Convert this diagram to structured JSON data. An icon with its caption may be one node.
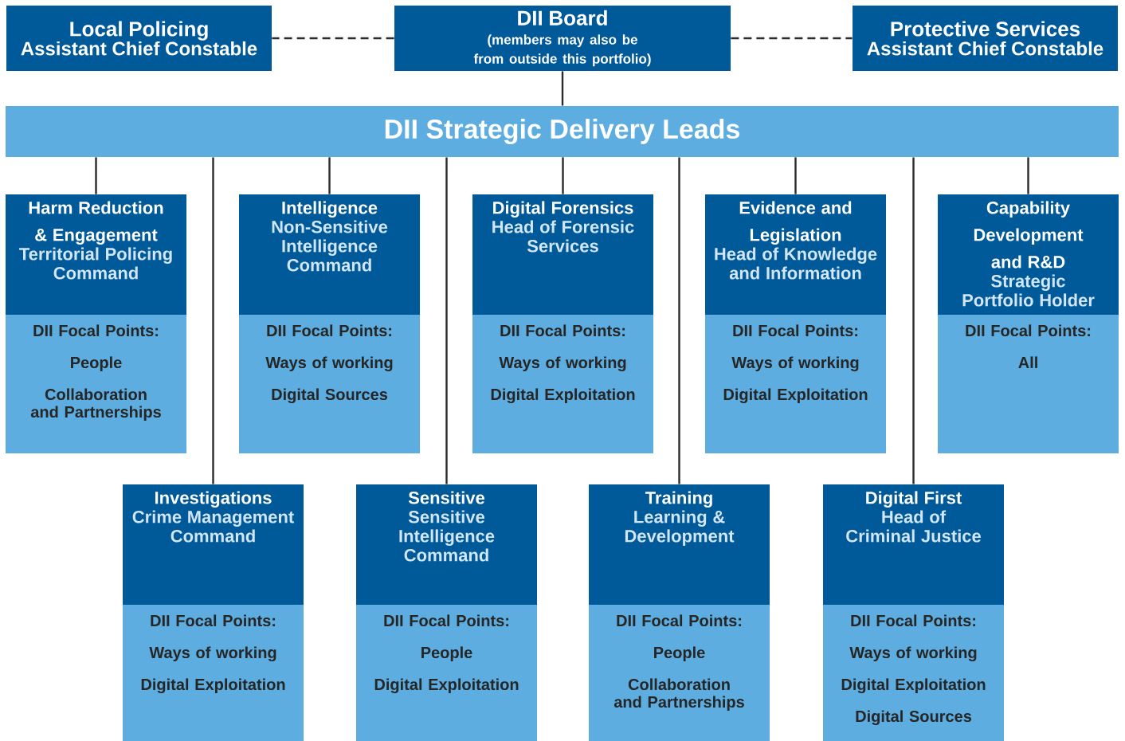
{
  "diagram": {
    "nodes": [
      {
        "text": [
          "Local Policing",
          "Assistant Chief Constable"
        ]
      },
      {
        "text": [
          "DII Board",
          "(members may also be from outside this portfolio)"
        ]
      },
      {
        "text": [
          "Protective Services",
          "Assistant Chief Constable"
        ]
      },
      {
        "text": [
          "DII Strategic Delivery Leads"
        ]
      },
      {
        "text": [
          "Harm Reduction & Engagement",
          "Territorial Policing Command",
          "DII Focal Points:",
          "People",
          "Collaboration and Partnerships"
        ]
      },
      {
        "text": [
          "Intelligence",
          "Non-Sensitive Intelligence Command",
          "DII Focal Points:",
          "Ways of working",
          "Digital Sources"
        ]
      },
      {
        "text": [
          "Digital Forensics",
          "Head of Forensic Services",
          "DII Focal Points:",
          "Ways of working",
          "Digital Exploitation"
        ]
      },
      {
        "text": [
          "Evidence and Legislation",
          "Head of Knowledge and Information",
          "DII Focal Points:",
          "Ways of working",
          "Digital Exploitation"
        ]
      },
      {
        "text": [
          "Capability Development and R&D",
          "Strategic Portfolio Holder",
          "DII Focal Points:",
          "All"
        ]
      },
      {
        "text": [
          "Investigations",
          "Crime Management Command",
          "DII Focal Points:",
          "Ways of working",
          "Digital Exploitation"
        ]
      },
      {
        "text": [
          "Sensitive",
          "Sensitive Intelligence Command",
          "DII Focal Points:",
          "People",
          "Digital Exploitation"
        ]
      },
      {
        "text": [
          "Training",
          "Learning & Development",
          "DII Focal Points:",
          "People",
          "Collaboration and Partnerships"
        ]
      },
      {
        "text": [
          "Digital First",
          "Head of Criminal Justice",
          "DII Focal Points:",
          "Ways of working",
          "Digital Exploitation",
          "Digital Sources"
        ]
      }
    ],
    "edges": [
      {
        "from": 1,
        "to": 0,
        "arrow": "none",
        "style": "dashed"
      },
      {
        "from": 1,
        "to": 2,
        "arrow": "none",
        "style": "dashed"
      },
      {
        "from": 1,
        "to": 3,
        "arrow": "none"
      },
      {
        "from": 3,
        "to": 4,
        "arrow": "none"
      },
      {
        "from": 3,
        "to": 9,
        "arrow": "none"
      },
      {
        "from": 3,
        "to": 5,
        "arrow": "none"
      },
      {
        "from": 3,
        "to": 10,
        "arrow": "none"
      },
      {
        "from": 3,
        "to": 6,
        "arrow": "none"
      },
      {
        "from": 3,
        "to": 11,
        "arrow": "none"
      },
      {
        "from": 3,
        "to": 7,
        "arrow": "none"
      },
      {
        "from": 3,
        "to": 12,
        "arrow": "none"
      },
      {
        "from": 3,
        "to": 8,
        "arrow": "none"
      }
    ]
  }
}
